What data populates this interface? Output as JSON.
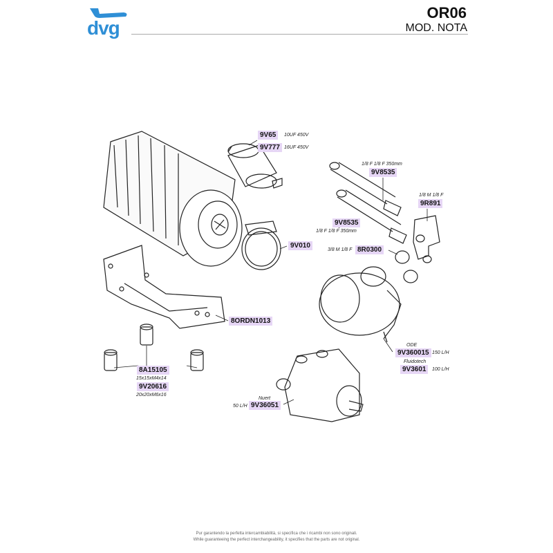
{
  "brand": {
    "logo_text": "dvg"
  },
  "header": {
    "model_code": "OR06",
    "model_name": "MOD. NOTA"
  },
  "parts": [
    {
      "code": "9V65",
      "spec": "10UF 450V"
    },
    {
      "code": "9V777",
      "spec": "16UF 450V"
    },
    {
      "code": "9V8535",
      "spec": "1/8 F 1/8 F 350mm"
    },
    {
      "code": "9R891",
      "spec": "1/8 M 1/8 F"
    },
    {
      "code": "9V8535",
      "spec": "1/8 F 1/8 F 350mm"
    },
    {
      "code": "9V010",
      "spec": ""
    },
    {
      "code": "8R0300",
      "spec": "3/8 M 1/8 F"
    },
    {
      "code": "8ORDN1013",
      "spec": ""
    },
    {
      "code": "9V360015",
      "spec": "150 L/H",
      "brand": "ODE"
    },
    {
      "code": "9V3601",
      "spec": "100 L/H",
      "brand": "Fluidotech"
    },
    {
      "code": "8A15105",
      "spec": "15x15xM4x14"
    },
    {
      "code": "9V20616",
      "spec": "20x20xM6x16"
    },
    {
      "code": "9V36051",
      "spec": "50 L/H",
      "brand": "Nuert"
    }
  ],
  "footer": {
    "line_it": "Pur garantendo la perfetta intercambiabilità, si specifica che i ricambi non sono originali.",
    "line_en": "While guaranteeing the perfect interchangeability, it specifies that the parts are not original."
  },
  "colors": {
    "brand_blue": "#2f8fd6",
    "code_highlight": "#e6d6f5"
  },
  "icons": [
    "dvg-logo-icon"
  ]
}
